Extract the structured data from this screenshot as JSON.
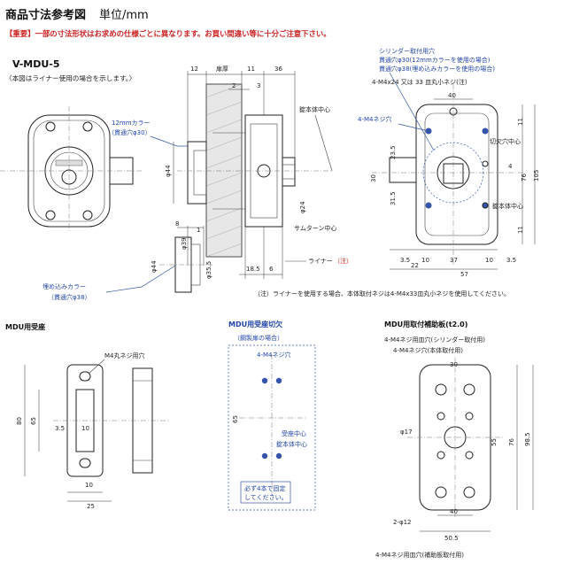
{
  "header": {
    "title": "商品寸法参考図",
    "unit": "単位/mm",
    "warning": "【重要】一部の寸法形状はお求めの仕様ごとに異なります。お買い間違い等に十分ご注意下さい。"
  },
  "model": {
    "name": "V-MDU-5",
    "note": "〈本図はライナー使用の場合を示します。〉"
  },
  "main_labels": {
    "collar": "12mmカラー",
    "collar_hole": "（貫通穴φ30）",
    "collar_embed": "埋め込みカラー",
    "collar_embed_hole": "（貫通穴φ38）",
    "door": "扉厚",
    "lock_center": "錠本体中心",
    "thumb_center": "サムターン中心",
    "liner": "ライナー",
    "liner_note_mark": "（注）",
    "m4_screw": "4-M4ネジ穴",
    "cylinder_hole": "シリンダー取付用穴",
    "cyl_hole_a": "貫通穴φ30(12mmカラーを使用の場合)",
    "cyl_hole_b": "貫通穴φ38(埋め込みカラーを使用の場合)",
    "screw_spec": "4-M4x24 又は 33 皿丸小ネジ(注)",
    "notch": "切欠穴中心",
    "body_center": "錠本体中心",
    "footnote": "（注）ライナーを使用する場合、本体取付ネジは4-M4x33皿丸小ネジを使用してください。"
  },
  "sections": {
    "receiver": "MDU用受座",
    "receiver_notch": "MDU用受座切欠",
    "steel_door": "（鋼製扉の場合）",
    "plate": "MDU用取付補助板(t2.0)",
    "m4_round": "M4丸ネジ用穴",
    "r_m4": "4-M4ネジ穴",
    "r_center": "受座中心",
    "r_lock_center": "錠本体中心",
    "r_fix": "必ず4本で固定",
    "r_fix2": "してください。",
    "p_cyl": "4-M4ネジ用皿穴(シリンダー取付用)",
    "p_body": "4-M4ネジ穴(本体取付用)",
    "p_bottom": "4-M4ネジ用皿穴(補助板取付用)",
    "p_hole": "2-φ12"
  },
  "dims": {
    "d12": "12",
    "d11": "11",
    "d36": "36",
    "d2": "2",
    "d3": "3",
    "phi44": "φ44",
    "phi24": "φ24",
    "phi39": "φ39",
    "phi35": "φ35.5",
    "phi44b": "φ44",
    "d8": "8",
    "d1": "1",
    "d18": "18.5",
    "d6": "6",
    "d22": "22",
    "d57": "57",
    "d40": "40",
    "d76": "76",
    "d105": "105",
    "d23": "23.5",
    "d30": "30",
    "d31": "31.5",
    "d4": "4",
    "d35": "3.5",
    "d10": "10",
    "d37": "37",
    "d35b": "3.5",
    "r80": "80",
    "r65": "65",
    "r35": "3.5",
    "r10": "10",
    "r10b": "10",
    "r25": "25",
    "n65": "65",
    "p30": "30",
    "p55": "55",
    "p76": "76",
    "p98": "98.5",
    "p17": "φ17",
    "p40": "40",
    "p50": "50.5"
  }
}
